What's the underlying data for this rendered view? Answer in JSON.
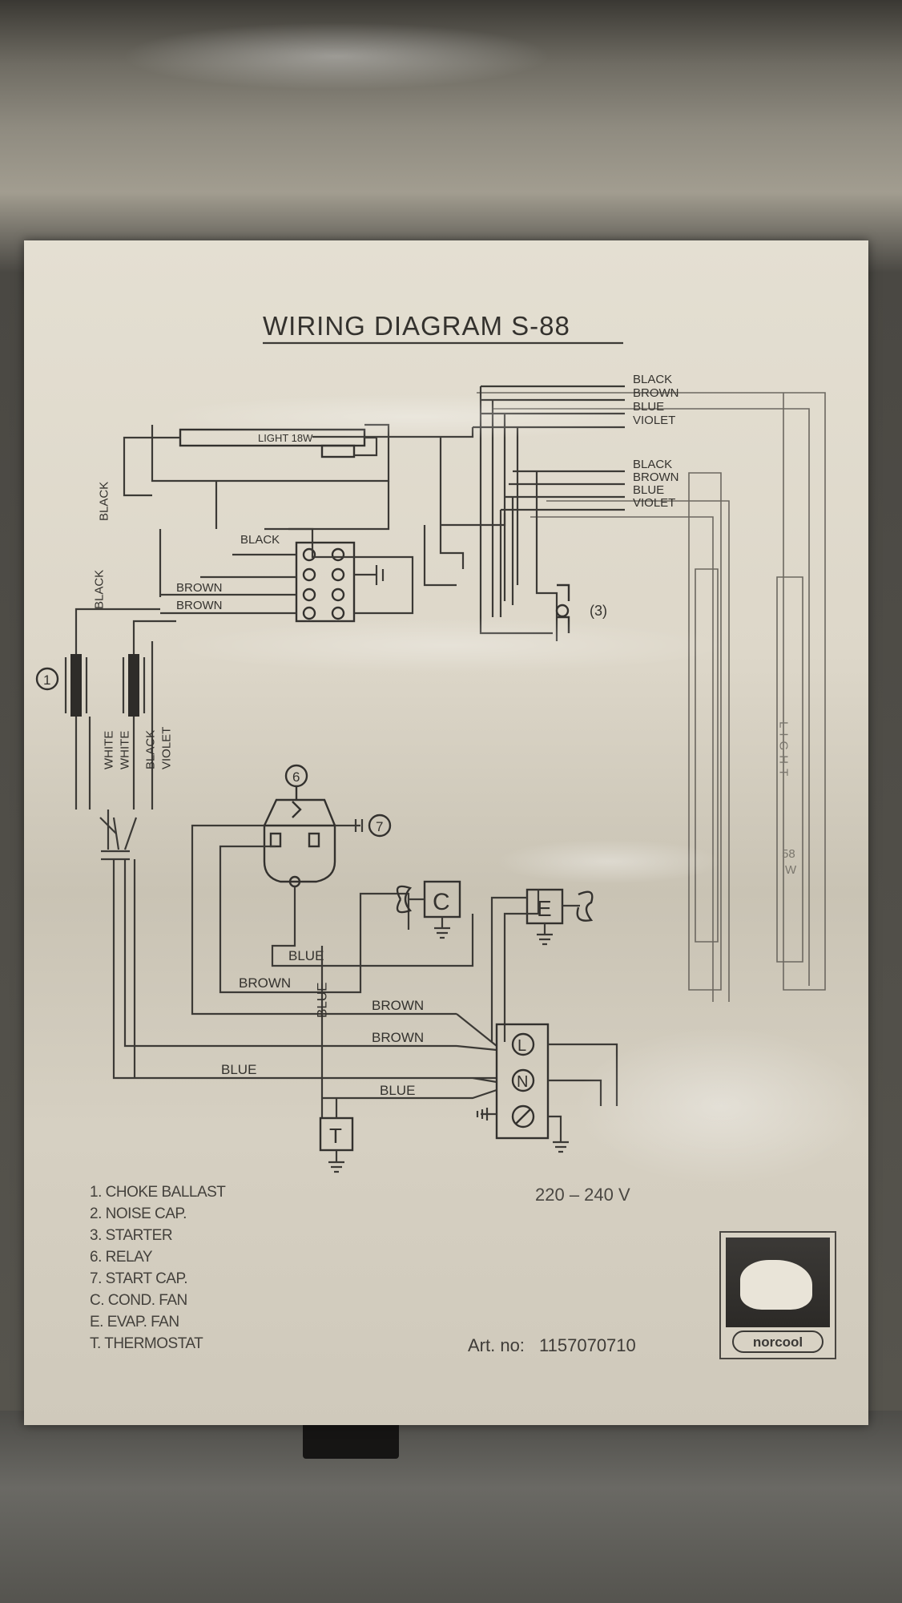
{
  "title": "WIRING DIAGRAM  S-88",
  "wire_labels": {
    "black_top_1": "BLACK",
    "brown_top": "BROWN",
    "blue_top": "BLUE",
    "violet_top": "VIOLET",
    "black_top_2": "BLACK",
    "brown_top_2": "BROWN",
    "blue_top_2": "BLUE",
    "violet_top_2": "VIOLET",
    "black_left": "BLACK",
    "black_left_2": "BLACK",
    "black_mid": "BLACK",
    "brown_a": "BROWN",
    "brown_b": "BROWN",
    "white_1": "WHITE",
    "white_2": "WHITE",
    "black_v": "BLACK",
    "violet_v": "VIOLET",
    "blue_relay": "BLUE",
    "brown_relay": "BROWN",
    "blue_vertical": "BLUE",
    "brown_main_1": "BROWN",
    "brown_main_2": "BROWN",
    "blue_main": "BLUE",
    "blue_therm": "BLUE"
  },
  "components": {
    "lamp_top": "LIGHT 18W",
    "lamp_right_1": "LIGHT",
    "lamp_right_2": "58",
    "lamp_right_3": "W",
    "marker_1": "1",
    "marker_3": "(3)",
    "marker_6": "6",
    "marker_7": "7",
    "fan_c": "C",
    "fan_e": "E",
    "terminal_l": "L",
    "terminal_n": "N",
    "thermostat": "T"
  },
  "voltage": "220 – 240 V",
  "legend": [
    "1. CHOKE BALLAST",
    "2. NOISE CAP.",
    "3. STARTER",
    "6. RELAY",
    "7. START CAP.",
    "C. COND. FAN",
    "E. EVAP. FAN",
    "T. THERMOSTAT"
  ],
  "art_no": {
    "label": "Art. no:",
    "value": "1157070710"
  },
  "brand": "norcool"
}
